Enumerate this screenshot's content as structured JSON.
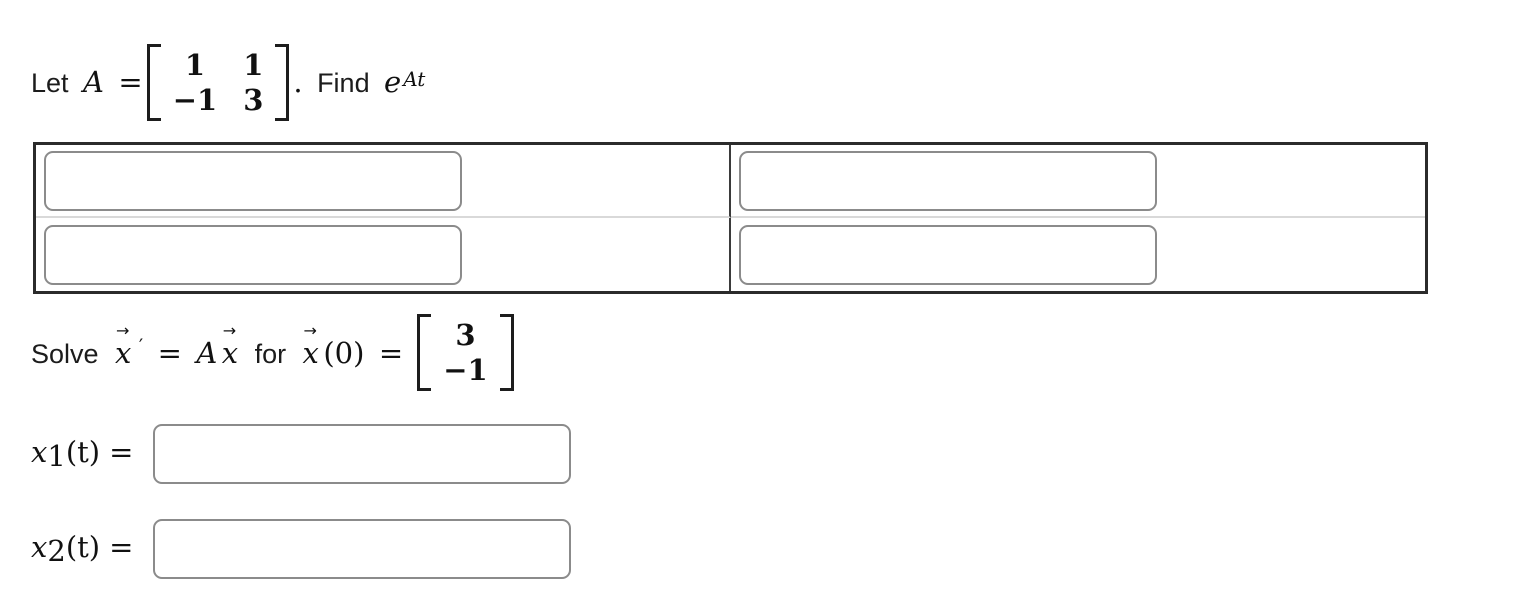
{
  "colors": {
    "background": "#ffffff",
    "table_border": "#2b2b2b",
    "column_divider": "#3b3b3b",
    "row_divider": "#d9d9d9",
    "input_border": "#8b8b8b",
    "text": "#111111"
  },
  "problem1": {
    "let": "Let",
    "var_A": "A",
    "equals": "=",
    "matrix_A": {
      "r1c1": "1",
      "r1c2": "1",
      "r2c1": "−1",
      "r2c2": "3"
    },
    "period": ".",
    "find": "Find",
    "euler_e": "e",
    "exponent": "At"
  },
  "answer_matrix": {
    "inputs": [
      {
        "value": "",
        "placeholder": ""
      },
      {
        "value": "",
        "placeholder": ""
      },
      {
        "value": "",
        "placeholder": ""
      },
      {
        "value": "",
        "placeholder": ""
      }
    ]
  },
  "problem2": {
    "solve": "Solve",
    "var_x": "x",
    "vec_accent": "→",
    "prime": "′",
    "equals1": "=",
    "var_A": "A",
    "for_word": "for",
    "arg_zero": "(0)",
    "equals2": "=",
    "vector_x0": {
      "r1": "3",
      "r2": "−1"
    }
  },
  "answers": [
    {
      "base": "x",
      "sub": "1",
      "args": "(t)",
      "equals": "=",
      "value": "",
      "placeholder": ""
    },
    {
      "base": "x",
      "sub": "2",
      "args": "(t)",
      "equals": "=",
      "value": "",
      "placeholder": ""
    }
  ]
}
